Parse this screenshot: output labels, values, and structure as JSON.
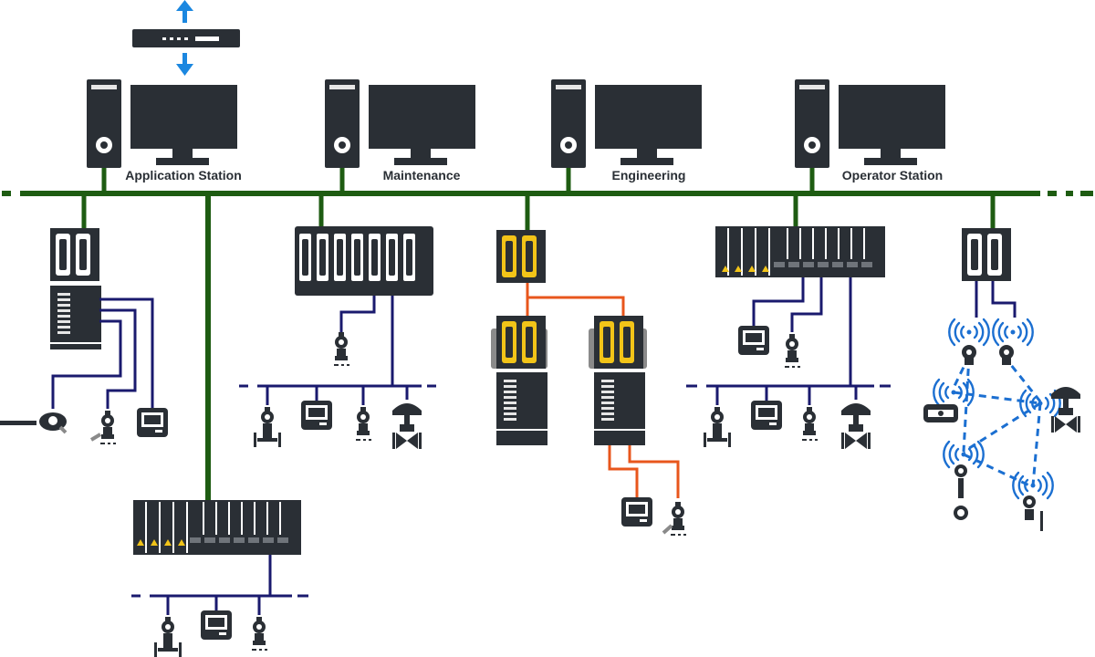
{
  "stations": [
    {
      "id": "app",
      "label": "Application Station"
    },
    {
      "id": "maint",
      "label": "Maintenance"
    },
    {
      "id": "eng",
      "label": "Engineering"
    },
    {
      "id": "op",
      "label": "Operator Station"
    }
  ],
  "colors": {
    "device": "#2a2f35",
    "control_bus": "#1e5c12",
    "field_bus": "#1a1a6e",
    "safety_link": "#e8561c",
    "wireless": "#1b6fd1",
    "uplink_arrow": "#1b87e0",
    "safety_module": "#f2c418",
    "warning_triangle": "#f2c418"
  },
  "icons": [
    "router-icon",
    "workstation-icon",
    "controller-icon",
    "io-module-icon",
    "transmitter-icon",
    "flowmeter-icon",
    "display-unit-icon",
    "control-valve-icon",
    "wireless-signal-icon"
  ]
}
